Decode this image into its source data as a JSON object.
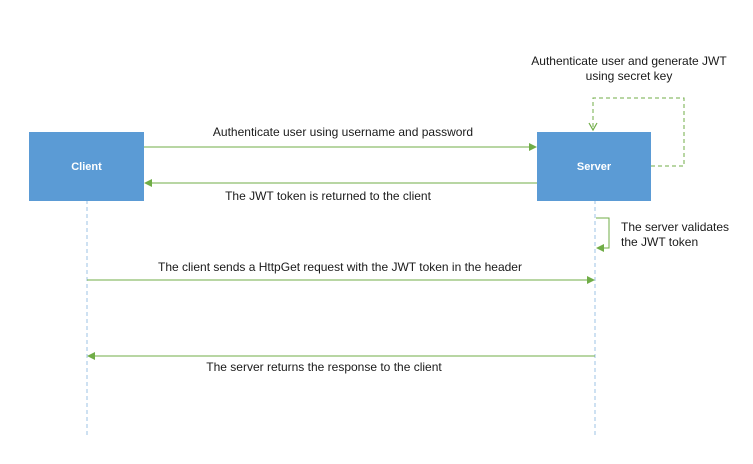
{
  "colors": {
    "box_fill": "#5b9bd5",
    "box_text": "#ffffff",
    "arrow": "#70ad47",
    "lifeline": "#9dc3e6",
    "text": "#1a1a1a"
  },
  "participants": {
    "client": "Client",
    "server": "Server"
  },
  "messages": {
    "generate_line1": "Authenticate user and generate JWT",
    "generate_line2": "using secret key",
    "authenticate": "Authenticate user using username and password",
    "token_returned": "The JWT token is returned to the client",
    "validate_line1": "The server validates",
    "validate_line2": "the JWT token",
    "http_get": "The client sends a HttpGet request with the JWT token in the header",
    "response": "The server returns the response to the client"
  }
}
